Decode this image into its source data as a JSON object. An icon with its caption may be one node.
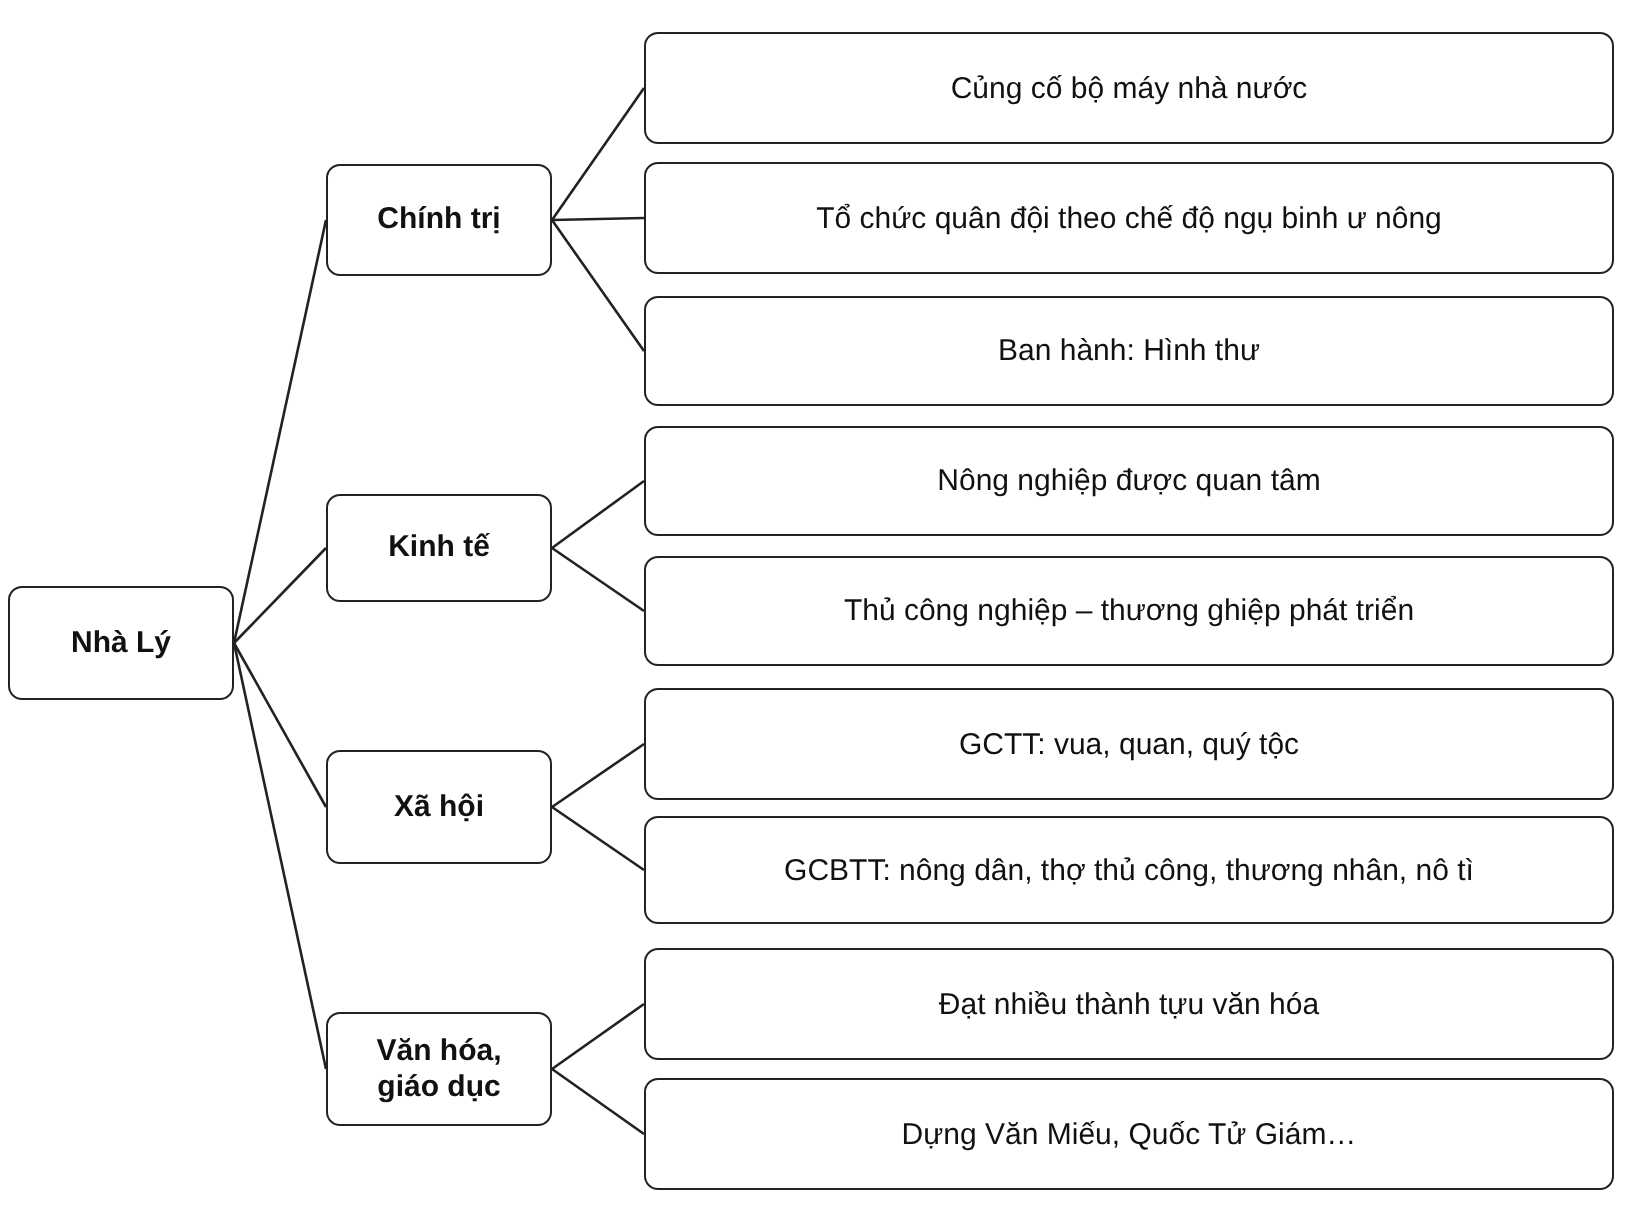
{
  "diagram": {
    "nodes": [
      {
        "text": [
          "Nhà Lý"
        ]
      },
      {
        "text": [
          "Chính trị"
        ]
      },
      {
        "text": [
          "Củng cố bộ máy nhà nước"
        ]
      },
      {
        "text": [
          "Tổ chức quân đội theo chế độ ngụ binh ư nông"
        ]
      },
      {
        "text": [
          "Ban hành: Hình thư"
        ]
      },
      {
        "text": [
          "Kinh tế"
        ]
      },
      {
        "text": [
          "Nông nghiệp được quan tâm"
        ]
      },
      {
        "text": [
          "Thủ công nghiệp – thương ghiệp phát triển"
        ]
      },
      {
        "text": [
          "Xã hội"
        ]
      },
      {
        "text": [
          "GCTT: vua, quan, quý tộc"
        ]
      },
      {
        "text": [
          "GCBTT: nông dân, thợ thủ công, thương nhân, nô tì"
        ]
      },
      {
        "text": [
          "Văn hóa, giáo dục"
        ]
      },
      {
        "text": [
          "Đạt nhiều thành tựu văn hóa"
        ]
      },
      {
        "text": [
          "Dựng Văn Miếu, Quốc Tử Giám…"
        ]
      }
    ],
    "edges": [
      {
        "from": 0,
        "to": 1,
        "arrow": "none"
      },
      {
        "from": 0,
        "to": 5,
        "arrow": "none"
      },
      {
        "from": 0,
        "to": 8,
        "arrow": "none"
      },
      {
        "from": 0,
        "to": 11,
        "arrow": "none"
      },
      {
        "from": 1,
        "to": 2,
        "arrow": "none"
      },
      {
        "from": 1,
        "to": 3,
        "arrow": "none"
      },
      {
        "from": 1,
        "to": 4,
        "arrow": "none"
      },
      {
        "from": 5,
        "to": 6,
        "arrow": "none"
      },
      {
        "from": 5,
        "to": 7,
        "arrow": "none"
      },
      {
        "from": 8,
        "to": 9,
        "arrow": "none"
      },
      {
        "from": 8,
        "to": 10,
        "arrow": "none"
      },
      {
        "from": 11,
        "to": 12,
        "arrow": "none"
      },
      {
        "from": 11,
        "to": 13,
        "arrow": "none"
      }
    ]
  }
}
